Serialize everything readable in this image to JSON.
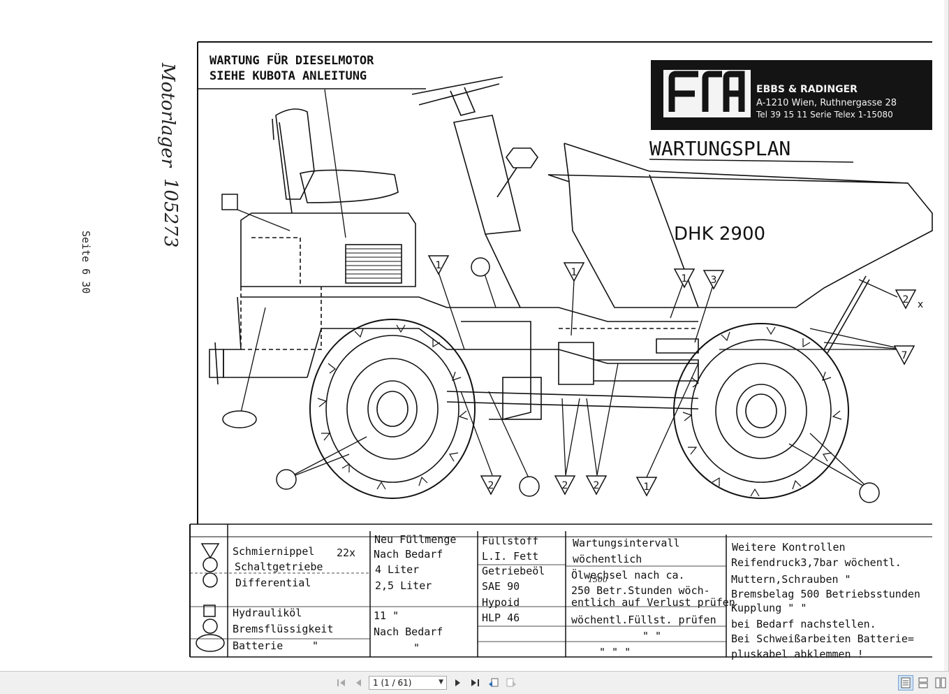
{
  "document": {
    "notice": [
      "WARTUNG FÜR DIESELMOTOR",
      "SIEHE KUBOTA  ANLEITUNG"
    ],
    "company": {
      "name": "EBBS & RADINGER",
      "address": "A-1210 Wien, Ruthnergasse 28",
      "contact": "Tel 39 15 11 Serie  Telex 1-15080"
    },
    "title": "WARTUNGSPLAN",
    "model": "DHK 2900",
    "margin_notes": {
      "handwritten": "Motorlager",
      "handwritten_number": "105273",
      "page_ref": "Seite 6  30"
    },
    "callouts": {
      "triangle": [
        "1",
        "1",
        "1",
        "3",
        "2",
        "7",
        "2",
        "2",
        "2",
        "1"
      ],
      "triangle_suffix": "x"
    },
    "table": {
      "headers": [
        "Neu Füllmenge",
        "Füllstoff",
        "Wartungsintervall",
        "Weitere Kontrollen"
      ],
      "rows": [
        {
          "item": "Schmiernippel",
          "count": "22x",
          "amount": "Nach Bedarf",
          "fluid": "L.I. Fett",
          "interval": "wöchentlich"
        },
        {
          "item": "Schaltgetriebe",
          "count": "",
          "amount": "4   Liter",
          "fluid": "Getriebeöl",
          "interval": "Ölwechsel nach ca."
        },
        {
          "item": "Differential",
          "count": "",
          "amount": "2,5 Liter",
          "fluid": "SAE  90",
          "interval": "250 Betr.Stunden wöch-"
        },
        {
          "item": "",
          "count": "",
          "amount": "",
          "fluid": "Hypoid",
          "interval": "entlich auf Verlust prüfen"
        },
        {
          "item": "Hydrauliköl",
          "count": "",
          "amount": "11    \"",
          "fluid": "HLP 46",
          "interval": "wöchentl.Füllst. prüfen"
        },
        {
          "item": "Bremsflüssigkeit",
          "count": "",
          "amount": "Nach Bedarf",
          "fluid": "",
          "interval": "\"      \""
        },
        {
          "item": "Batterie",
          "count": "\"",
          "amount": "\"",
          "fluid": "",
          "interval": "\"      \"      \""
        }
      ],
      "interval_annotation": "1500",
      "weitere": [
        "Reifendruck3,7bar wöchentl.",
        "Muttern,Schrauben      \"",
        "Bremsbelag 500 Betriebsstunden",
        "Kupplung     \"       \"",
        "   bei Bedarf  nachstellen.",
        "Bei Schweißarbeiten Batterie=",
        "pluskabel  abklemmen !"
      ]
    }
  },
  "toolbar": {
    "page_select_value": "1 (1 / 61)",
    "buttons": {
      "first": "first-page-icon",
      "prev": "previous-page-icon",
      "next": "next-page-icon",
      "last": "last-page-icon",
      "back": "go-back-icon",
      "forward": "go-forward-icon",
      "single": "single-page-view-icon",
      "continuous": "continuous-view-icon",
      "facing": "facing-pages-view-icon"
    },
    "colors": {
      "bar": "#f0f0f0",
      "active_view": "#cfe3f7"
    }
  }
}
